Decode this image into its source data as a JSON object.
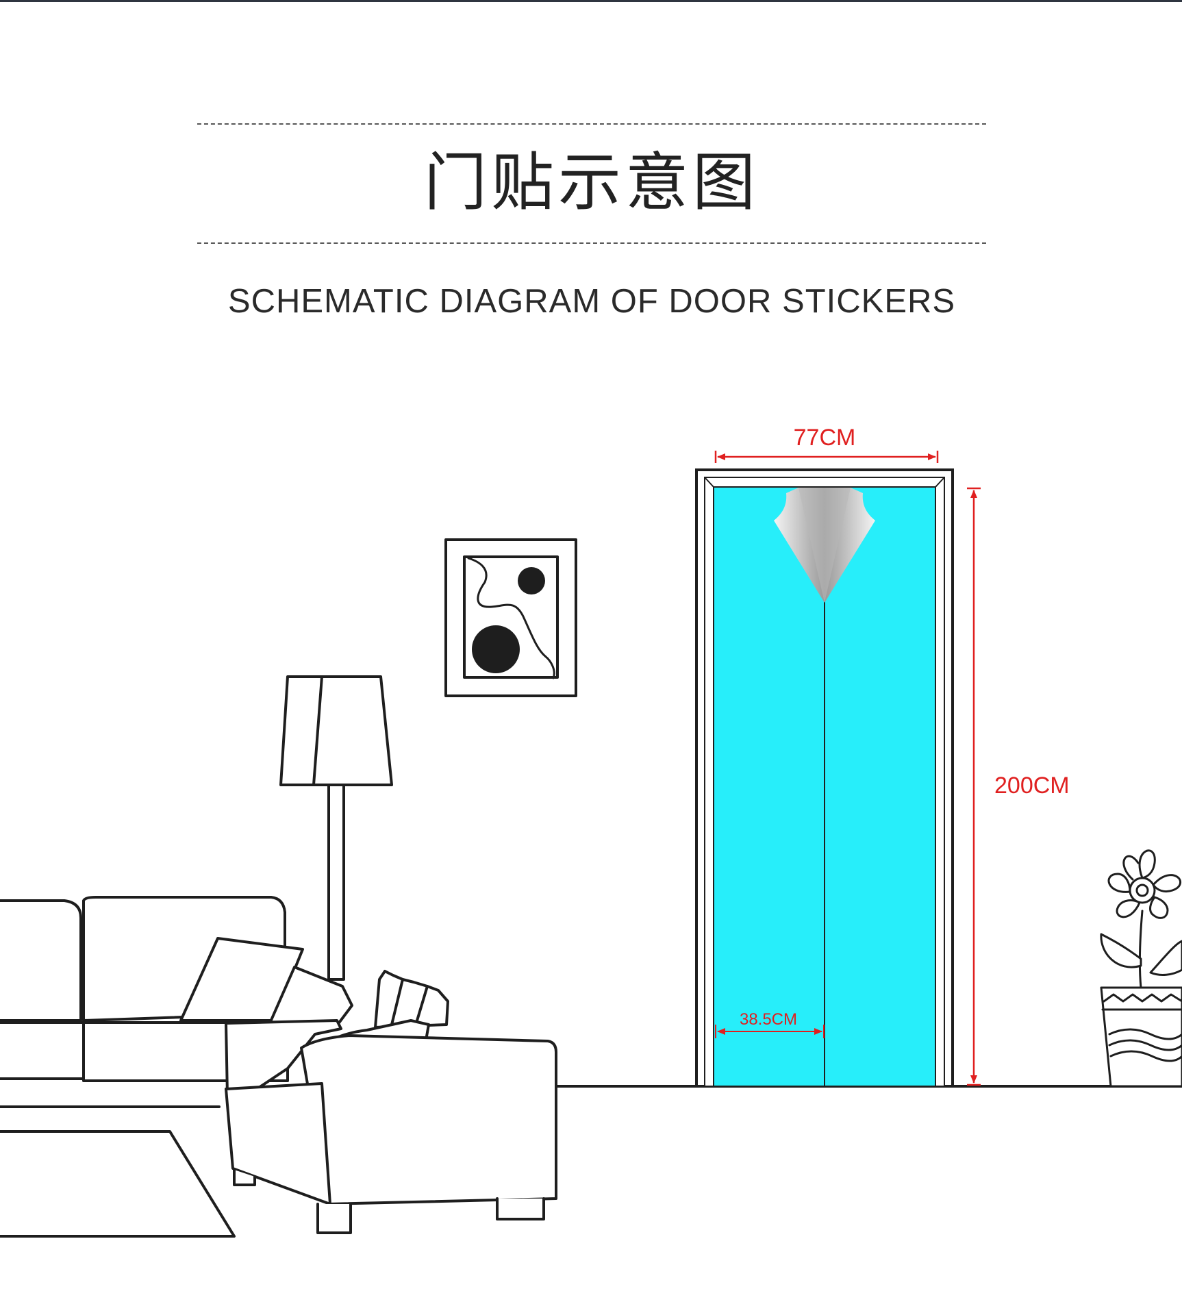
{
  "heading": {
    "title_cn": "门贴示意图",
    "title_en": "SCHEMATIC DIAGRAM OF DOOR STICKERS"
  },
  "dimensions": {
    "width_label": "77CM",
    "height_label": "200CM",
    "panel_width_label": "38.5CM"
  },
  "colors": {
    "door_sticker": "#27eefa",
    "dimension": "#e02020",
    "line": "#1e1e1e"
  }
}
